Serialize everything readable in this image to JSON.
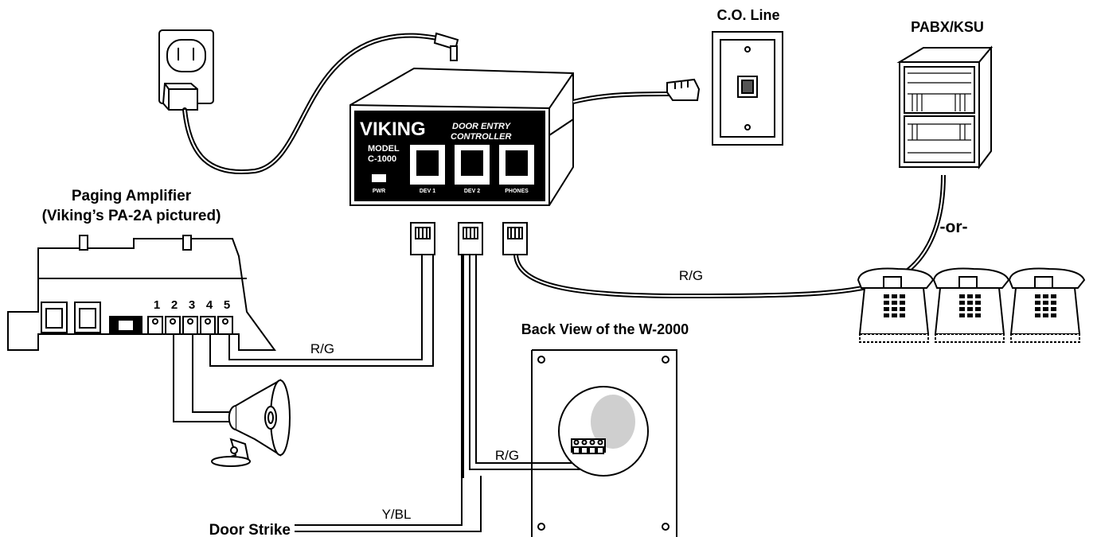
{
  "labels": {
    "co_line": "C.O. Line",
    "pabx": "PABX/KSU",
    "paging_title": "Paging Amplifier",
    "paging_sub": "(Viking’s PA-2A pictured)",
    "or": "-or-",
    "back_view": "Back View of the W-2000",
    "door_strike": "Door Strike",
    "wire_rg_amp": "R/G",
    "wire_rg_phones": "R/G",
    "wire_rg_w2000": "R/G",
    "wire_ybl": "Y/BL",
    "amp_terminals": [
      "1",
      "2",
      "3",
      "4",
      "5"
    ]
  },
  "controller": {
    "brand": "VIKING",
    "product_line1": "DOOR ENTRY",
    "product_line2": "CONTROLLER",
    "model_label": "MODEL",
    "model": "C-1000",
    "pwr": "PWR",
    "jacks": [
      "DEV 1",
      "DEV 2",
      "PHONES"
    ]
  },
  "colors": {
    "line": "#000000",
    "panel": "#000000",
    "grey_fill": "#cfcfcf"
  }
}
